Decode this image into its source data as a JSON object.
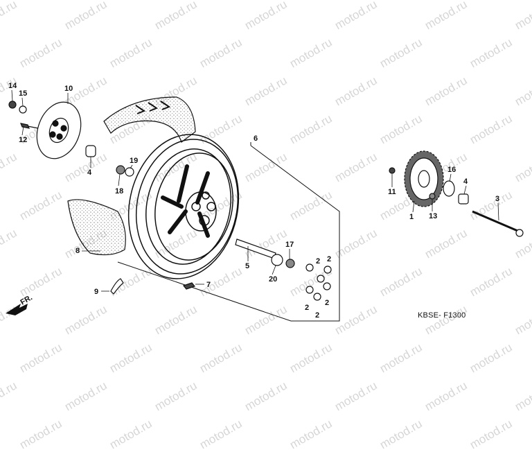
{
  "watermark": "motod.ru",
  "diagram_code": "KBSE- F1300",
  "direction_label": "FR.",
  "callouts": [
    "1",
    "2",
    "3",
    "4",
    "5",
    "6",
    "7",
    "8",
    "9",
    "10",
    "11",
    "12",
    "13",
    "14",
    "15",
    "16",
    "17",
    "18",
    "19",
    "20"
  ],
  "colors": {
    "line": "#111111",
    "watermark": "#d6d6d6",
    "stipple": "#555555"
  }
}
